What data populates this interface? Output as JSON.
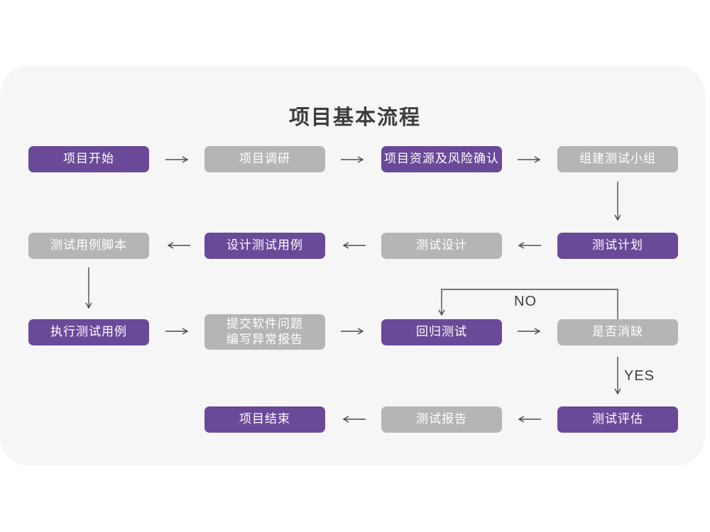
{
  "title": "项目基本流程",
  "labels": {
    "no": "NO",
    "yes": "YES"
  },
  "colors": {
    "purple": "#6b4999",
    "gray": "#b5b5b5",
    "card_bg": "#f6f6f7",
    "page_bg": "#ffffff",
    "arrow": "#4b4b4b",
    "title_text": "#3c3c3c",
    "box_text": "#ffffff",
    "label_text": "#3f3f3f"
  },
  "nodes": [
    {
      "label": "项目开始",
      "variant": "purple"
    },
    {
      "label": "项目调研",
      "variant": "gray"
    },
    {
      "label": "项目资源及风险确认",
      "variant": "purple"
    },
    {
      "label": "组建测试小组",
      "variant": "gray"
    },
    {
      "label": "测试计划",
      "variant": "purple"
    },
    {
      "label": "测试设计",
      "variant": "gray"
    },
    {
      "label": "设计测试用例",
      "variant": "purple"
    },
    {
      "label": "测试用例脚本",
      "variant": "gray"
    },
    {
      "label": "执行测试用例",
      "variant": "purple"
    },
    {
      "label": "提交软件问题\n编写异常报告",
      "variant": "gray"
    },
    {
      "label": "回归测试",
      "variant": "purple"
    },
    {
      "label": "是否消缺",
      "variant": "gray"
    },
    {
      "label": "测试评估",
      "variant": "purple"
    },
    {
      "label": "测试报告",
      "variant": "gray"
    },
    {
      "label": "项目结束",
      "variant": "purple"
    }
  ]
}
